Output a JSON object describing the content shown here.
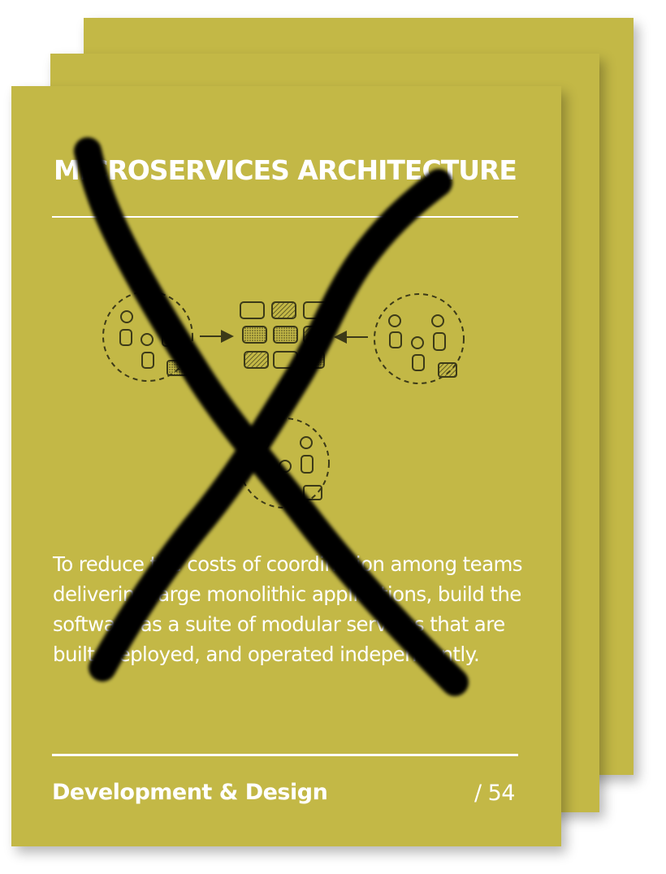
{
  "card": {
    "title": "MICROSERVICES ARCHITECTURE",
    "description": "To reduce the costs of coordination among teams delivering large monolithic applications, build the software as a suite of modular services that are built, deployed, and operated independently.",
    "category": "Development & Design",
    "number": "/ 54",
    "illustration_icon": "microservices-diagram-icon",
    "overlay_icon": "cross-out-x-icon"
  },
  "colors": {
    "card_background": "#c3b846",
    "text": "#ffffff",
    "ink": "#3c3a18",
    "cross": "#000000"
  }
}
